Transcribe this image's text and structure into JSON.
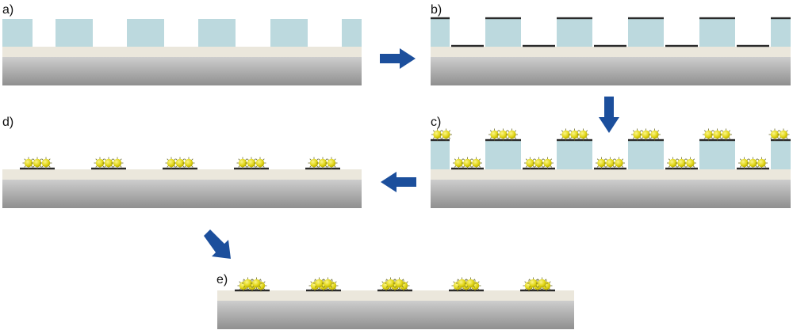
{
  "colors": {
    "pillar": "#bcd9de",
    "substrate_top": "#ebe7dc",
    "substrate_grad_top": "#e2e2e2",
    "substrate_grad_bottom": "#8f8f8f",
    "film": "#2a2a2a",
    "particle_light": "#f7ef52",
    "particle_dark": "#c5b800",
    "particle_spike": "#6a6a2a",
    "arrow": "#1c4f9c"
  },
  "panels": [
    {
      "id": "a",
      "label": "a)"
    },
    {
      "id": "b",
      "label": "b)"
    },
    {
      "id": "c",
      "label": "c)"
    },
    {
      "id": "d",
      "label": "d)"
    },
    {
      "id": "e",
      "label": "e)"
    }
  ],
  "arrows": [
    {
      "id": "a-to-b",
      "direction": "right",
      "icon": "arrow-right-icon"
    },
    {
      "id": "b-to-c",
      "direction": "down",
      "icon": "arrow-down-icon"
    },
    {
      "id": "c-to-d",
      "direction": "left",
      "icon": "arrow-left-icon"
    },
    {
      "id": "d-to-e",
      "direction": "down-right",
      "icon": "arrow-diagonal-icon"
    }
  ]
}
